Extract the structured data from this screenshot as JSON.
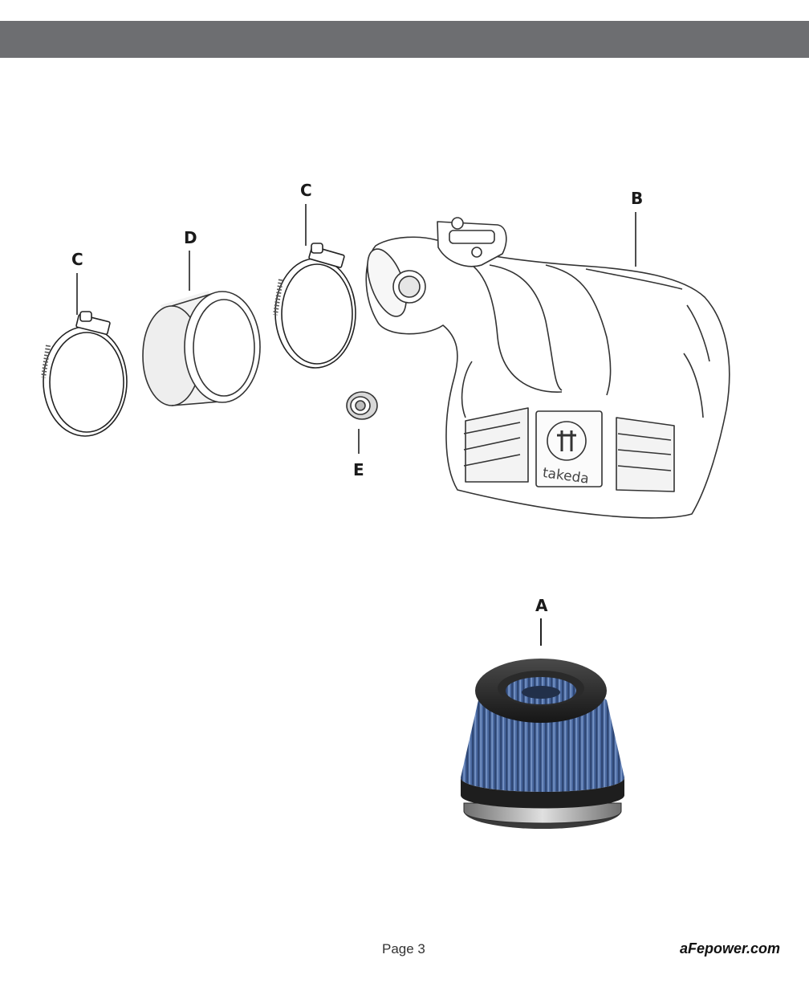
{
  "header": {
    "bar_color": "#6d6e71"
  },
  "parts": {
    "a": {
      "label": "A"
    },
    "b": {
      "label": "B"
    },
    "c1": {
      "label": "C"
    },
    "c2": {
      "label": "C"
    },
    "d": {
      "label": "D"
    },
    "e": {
      "label": "E"
    }
  },
  "housing": {
    "logo_text": "takeda"
  },
  "filter": {
    "media_color": "#4f6fa6"
  },
  "footer": {
    "page": "Page 3",
    "site": "aFepower.com"
  }
}
